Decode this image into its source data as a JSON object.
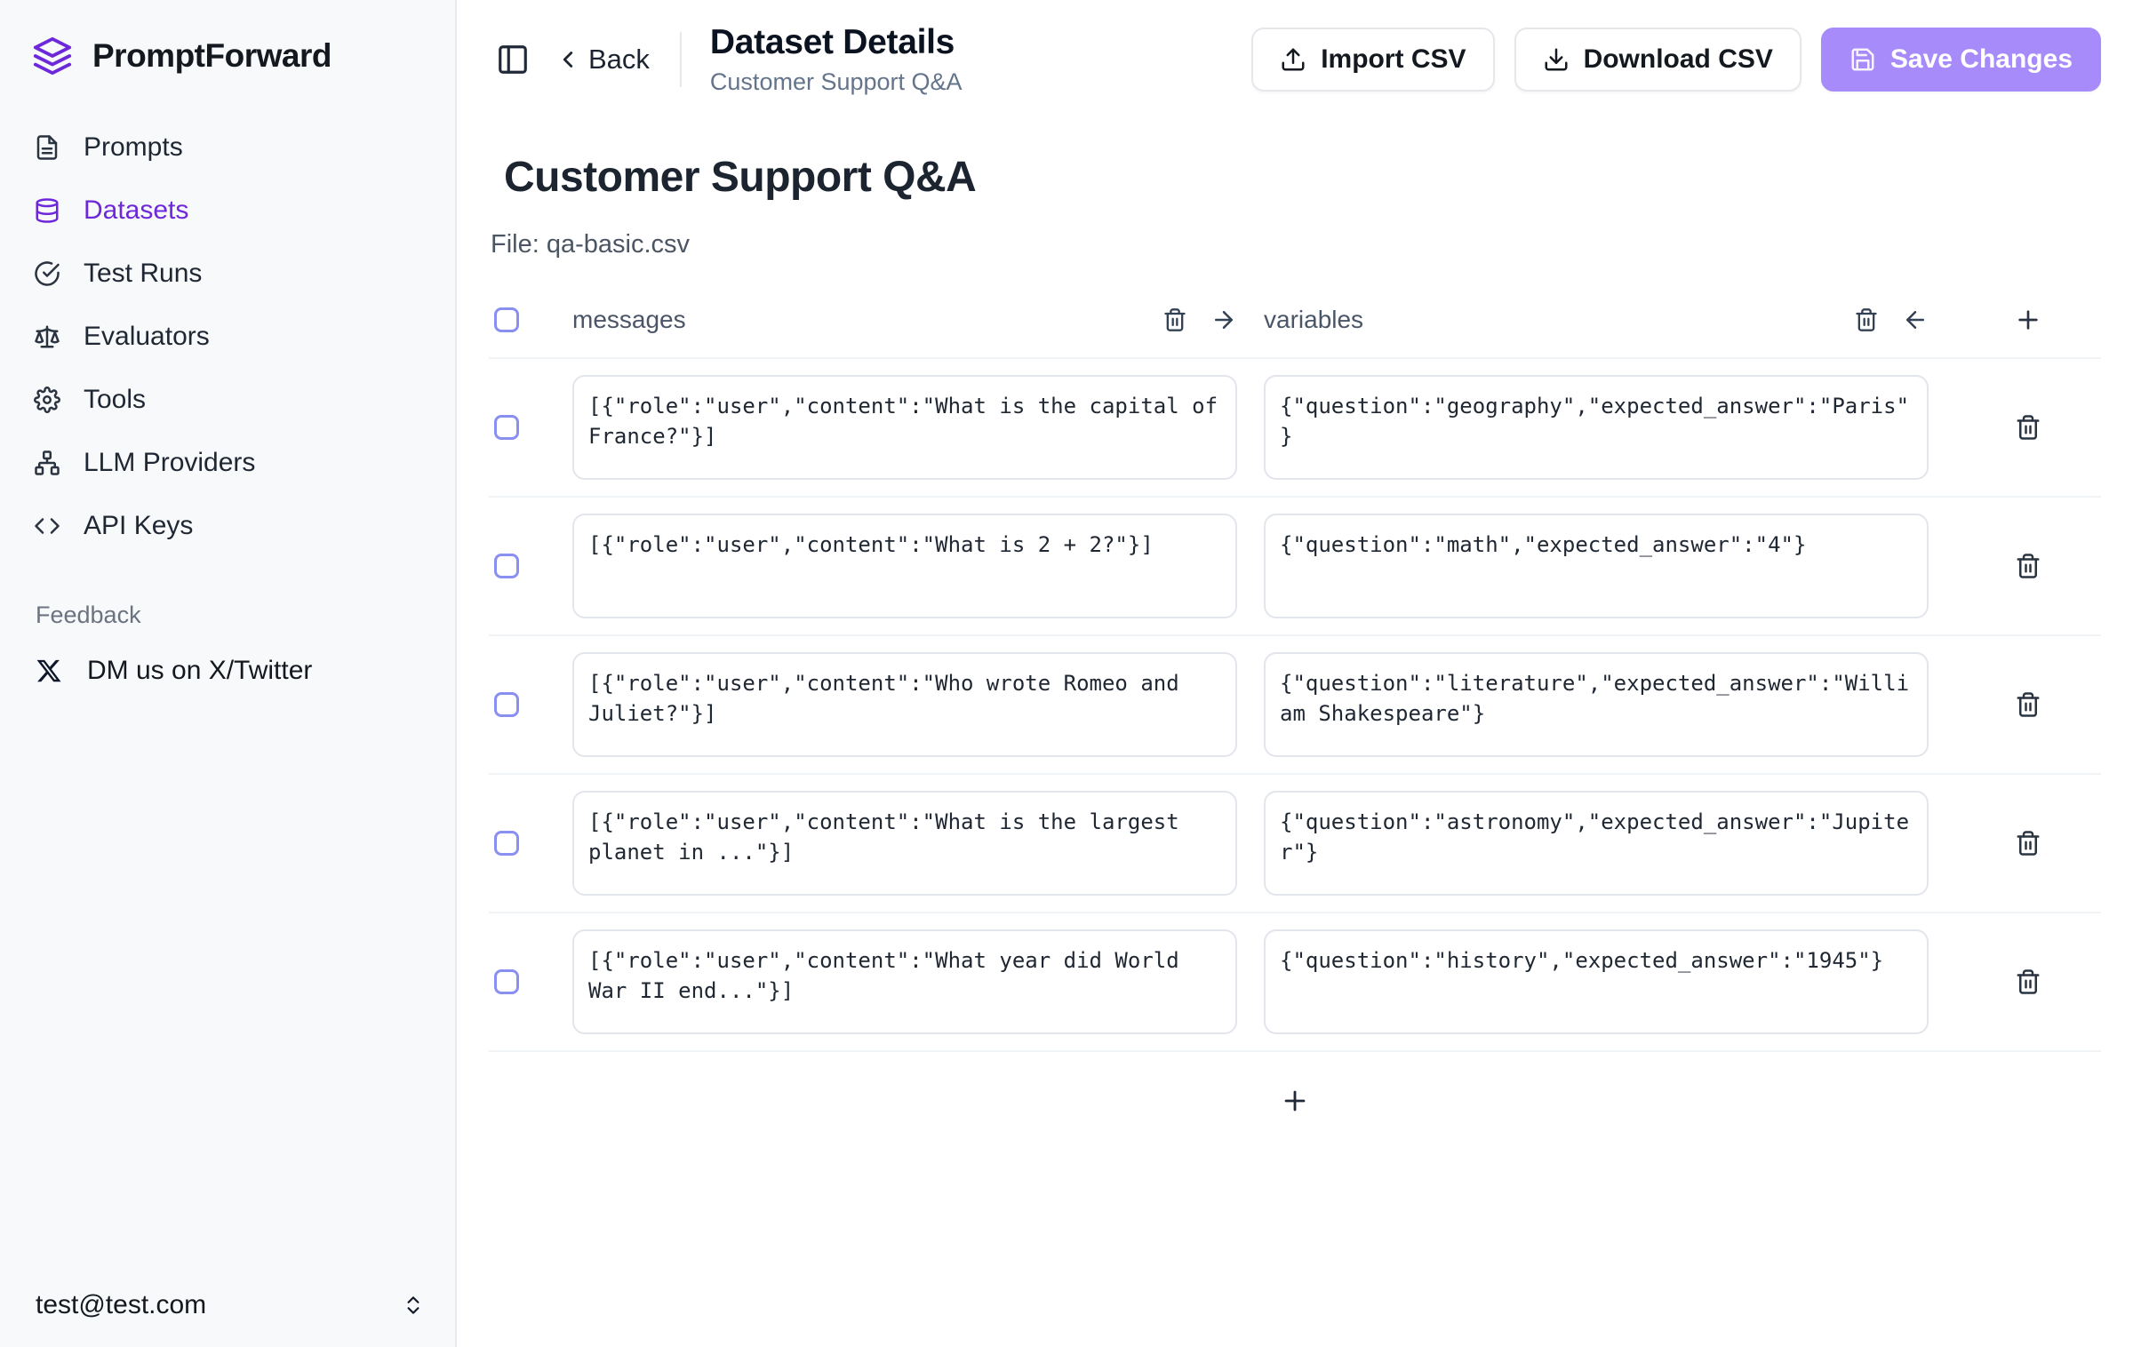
{
  "colors": {
    "accent": "#6d28d9",
    "save_button_bg": "#a78bfa",
    "checkbox_border": "#8a8ff2",
    "sidebar_bg": "#f8f9fb"
  },
  "sidebar": {
    "brand": "PromptForward",
    "nav": [
      {
        "label": "Prompts",
        "icon": "file-text-icon",
        "active": false
      },
      {
        "label": "Datasets",
        "icon": "database-icon",
        "active": true
      },
      {
        "label": "Test Runs",
        "icon": "check-circle-icon",
        "active": false
      },
      {
        "label": "Evaluators",
        "icon": "scale-icon",
        "active": false
      },
      {
        "label": "Tools",
        "icon": "gear-icon",
        "active": false
      },
      {
        "label": "LLM Providers",
        "icon": "network-icon",
        "active": false
      },
      {
        "label": "API Keys",
        "icon": "code-icon",
        "active": false
      }
    ],
    "section_label": "Feedback",
    "feedback_link": "DM us on X/Twitter",
    "account_email": "test@test.com"
  },
  "header": {
    "back_label": "Back",
    "title": "Dataset Details",
    "subtitle": "Customer Support Q&A",
    "buttons": {
      "import": "Import CSV",
      "download": "Download CSV",
      "save": "Save Changes"
    }
  },
  "dataset": {
    "title": "Customer Support Q&A",
    "file_label": "File: qa-basic.csv",
    "columns": {
      "messages": "messages",
      "variables": "variables"
    },
    "rows": [
      {
        "messages": "[{\"role\":\"user\",\"content\":\"What is the capital of France?\"}]",
        "variables": "{\"question\":\"geography\",\"expected_answer\":\"Paris\"}"
      },
      {
        "messages": "[{\"role\":\"user\",\"content\":\"What is 2 + 2?\"}]",
        "variables": "{\"question\":\"math\",\"expected_answer\":\"4\"}"
      },
      {
        "messages": "[{\"role\":\"user\",\"content\":\"Who wrote Romeo and Juliet?\"}]",
        "variables": "{\"question\":\"literature\",\"expected_answer\":\"William Shakespeare\"}"
      },
      {
        "messages": "[{\"role\":\"user\",\"content\":\"What is the largest planet in ...\"}]",
        "variables": "{\"question\":\"astronomy\",\"expected_answer\":\"Jupiter\"}"
      },
      {
        "messages": "[{\"role\":\"user\",\"content\":\"What year did World War II end...\"}]",
        "variables": "{\"question\":\"history\",\"expected_answer\":\"1945\"}"
      }
    ]
  }
}
